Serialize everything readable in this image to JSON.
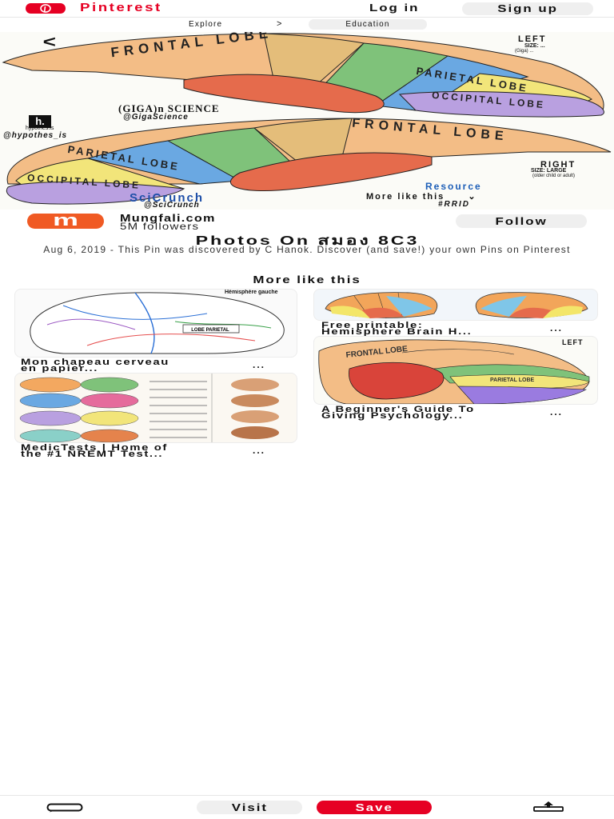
{
  "topbar": {
    "brand": "Pinterest",
    "login_label": "Log in",
    "signup_label": "Sign up",
    "brand_color": "#e60023"
  },
  "breadcrumb": {
    "items": [
      "Explore",
      "Education"
    ],
    "separator": ">"
  },
  "hero": {
    "left_label": "LEFT",
    "left_size": "SIZE: ...",
    "left_note": "(Giga) ...",
    "lobes_top": [
      "FRONTAL LOBE",
      "PARIETAL LOBE",
      "OCCIPITAL LOBE"
    ],
    "gigascience_logo": "(GIGA)n SCIENCE",
    "gigascience_handle": "@GigaScience",
    "hypothesis_logo": "h.",
    "hypothesis_caption": "hypothes.is",
    "hypothesis_handle": "@hypothes_is",
    "lobes_bottom": [
      "FRONTAL LOBE",
      "PARIETAL LOBE",
      "OCCIPITAL LOBE"
    ],
    "right_label": "RIGHT",
    "right_size": "SIZE: LARGE",
    "right_note": "(older child or adult)",
    "scicrunch_logo": "SciCrunch",
    "scicrunch_handle": "@SciCrunch",
    "resource_text": "Resource",
    "rrid_text": "#RRID",
    "more_like_this": "More like this"
  },
  "creator": {
    "avatar_letter": "m",
    "name": "Mungfali.com",
    "followers": "5M followers",
    "follow_label": "Follow"
  },
  "pin": {
    "title": "Photos On สมอง 8C3",
    "description": "Aug 6, 2019 - This Pin was discovered by C Hanok. Discover (and save!) your own Pins on Pinterest"
  },
  "more_section": {
    "title": "More like this",
    "cards": [
      {
        "title_line1": "Mon chapeau cerveau",
        "title_line2": "en papier...",
        "image_caption": "Hémisphère gauche",
        "more": "..."
      },
      {
        "title_line1": "Free printable:",
        "title_line2": "Hemisphere Brain H...",
        "more": "..."
      },
      {
        "title_line1": "MedicTests | Home of",
        "title_line2": "the #1 NREMT Test...",
        "more": "..."
      },
      {
        "title_line1": "A Beginner's Guide To",
        "title_line2": "Giving Psychology...",
        "image_caption": "LEFT",
        "more": "..."
      }
    ]
  },
  "bottombar": {
    "visit_label": "Visit",
    "save_label": "Save",
    "comment_icon": "comment-icon",
    "share_icon": "share-icon"
  }
}
